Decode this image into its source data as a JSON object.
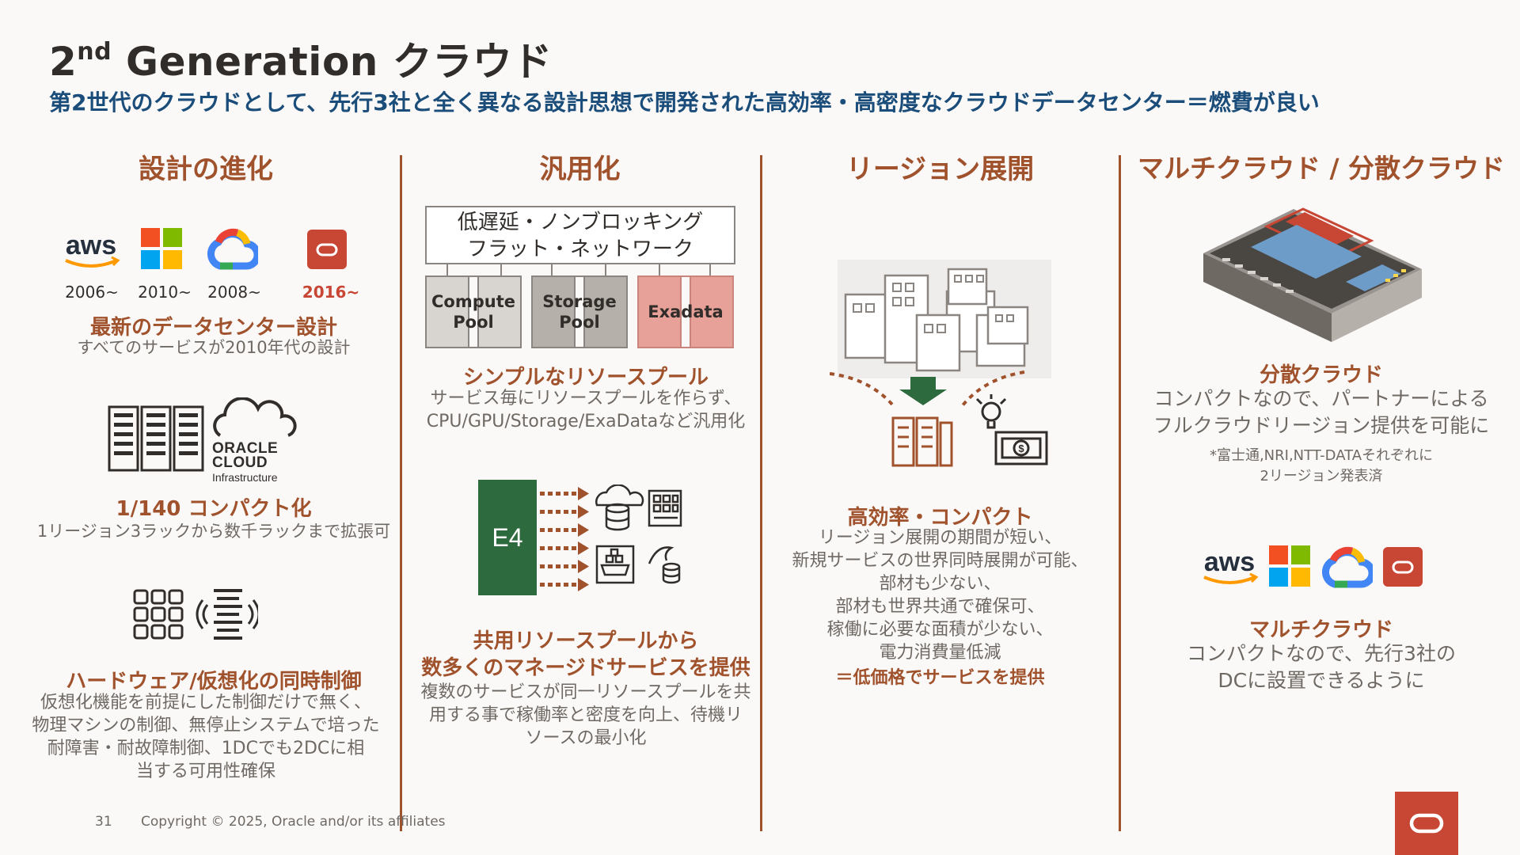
{
  "header": {
    "title_prefix": "2",
    "title_sup": "nd",
    "title_rest": " Generation クラウド",
    "subtitle": "第2世代のクラウドとして、先行3社と全く異なる設計思想で開発された高効率・高密度なクラウドデータセンター＝燃費が良い"
  },
  "col1": {
    "heading": "設計の進化",
    "aws_logo": "aws",
    "years": [
      "2006~",
      "2010~",
      "2008~",
      "2016~"
    ],
    "dc_title": "最新のデータセンター設計",
    "dc_desc": "すべてのサービスが2010年代の設計",
    "oci_logo_line1": "ORACLE",
    "oci_logo_line2": "CLOUD",
    "oci_logo_line3": "Infrastructure",
    "compact_title": "1/140 コンパクト化",
    "compact_desc": "1リージョン3ラックから数千ラックまで拡張可",
    "hw_title": "ハードウェア/仮想化の同時制御",
    "hw_desc": [
      "仮想化機能を前提にした制御だけで無く、",
      "物理マシンの制御、無停止システムで培った",
      "耐障害・耐故障制御、1DCでも2DCに相",
      "当する可用性確保"
    ]
  },
  "col2": {
    "heading": "汎用化",
    "network_line1": "低遅延・ノンブロッキング",
    "network_line2": "フラット・ネットワーク",
    "pools": [
      {
        "line1": "Compute",
        "line2": "Pool"
      },
      {
        "line1": "Storage",
        "line2": "Pool"
      },
      {
        "line1": "Exadata",
        "line2": ""
      }
    ],
    "pool_title": "シンプルなリソースプール",
    "pool_desc": [
      "サービス毎にリソースプールを作らず、",
      "CPU/GPU/Storage/ExaDataなど汎用化"
    ],
    "e4_label": "E4",
    "shared_title": [
      "共用リソースプールから",
      "数多くのマネージドサービスを提供"
    ],
    "shared_desc": [
      "複数のサービスが同一リソースプールを共",
      "用する事で稼働率と密度を向上、待機リ",
      "ソースの最小化"
    ]
  },
  "col3": {
    "heading": "リージョン展開",
    "eff_title": "高効率・コンパクト",
    "eff_desc": [
      "リージョン展開の期間が短い、",
      "新規サービスの世界同時展開が可能、",
      "部材も少ない、",
      "部材も世界共通で確保可、",
      "稼働に必要な面積が少ない、",
      "電力消費量低減"
    ],
    "eff_conclusion": "＝低価格でサービスを提供"
  },
  "col4": {
    "heading": "マルチクラウド / 分散クラウド",
    "dist_title": "分散クラウド",
    "dist_desc": [
      "コンパクトなので、パートナーによる",
      "フルクラウドリージョン提供を可能に"
    ],
    "dist_note": [
      "*富士通,NRI,NTT-DATAそれぞれに",
      "2リージョン発表済"
    ],
    "aws_logo": "aws",
    "multi_title": "マルチクラウド",
    "multi_desc": [
      "コンパクトなので、先行3社の",
      "DCに設置できるように"
    ]
  },
  "footer": {
    "page_number": "31",
    "copyright": "Copyright © 2025, Oracle and/or its affiliates"
  },
  "colors": {
    "accent_brown": "#A0522D",
    "subtitle_blue": "#1B4D7A",
    "oracle_red": "#C74634",
    "e4_green": "#2D6A3E"
  }
}
